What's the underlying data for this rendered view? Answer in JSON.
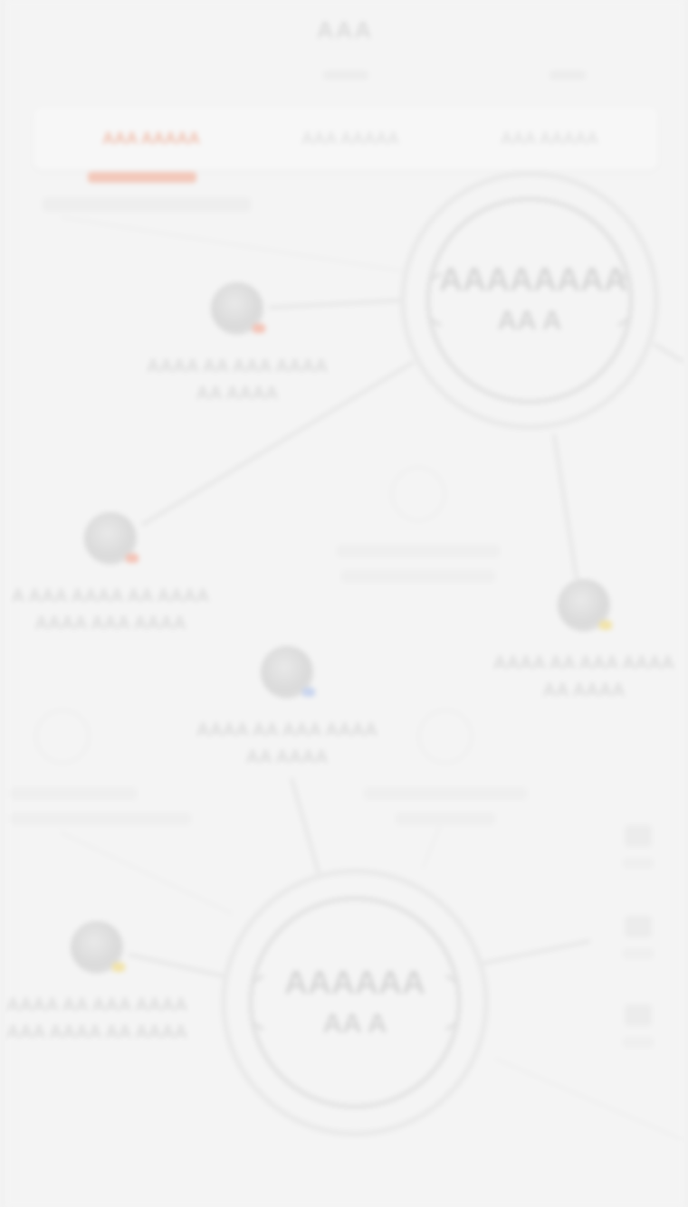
{
  "header": {
    "title": "AAA"
  },
  "tabs": [
    {
      "label": "AAA AAAAA",
      "active": true
    },
    {
      "label": "AAA AAAAA",
      "active": false
    },
    {
      "label": "AAA AAAAA",
      "active": false
    }
  ],
  "hubs": [
    {
      "label": "AAAAAAAA",
      "value": "AA A"
    },
    {
      "label": "AAAAAA",
      "value": "AA A"
    }
  ],
  "nodes": [
    {
      "name": "AAAA AA AAA AAAA\nAA AAAA",
      "status_color": "#f4c3b6"
    },
    {
      "name": "A AAA AAAA AA AAAA\nAAAA AAA AAAA",
      "status_color": "#f4c3b6"
    },
    {
      "name": "AAAA AA AAA AAAA\nAA AAAA",
      "status_color": "#f2e3a8"
    },
    {
      "name": "AAAA AA AAA AAAA\nAA AAAA",
      "status_color": "#c9d5ef"
    },
    {
      "name": "AAAA AA AAA AAAA\nAAA AAAA AA AAAA",
      "status_color": "#f2e3a8"
    }
  ],
  "colors": {
    "accent": "#f0bfae",
    "background": "#f4f4f4",
    "line": "#e4e4e4"
  },
  "icons": {
    "avatar": "user-avatar-icon",
    "ghost": "placeholder-node-icon"
  }
}
